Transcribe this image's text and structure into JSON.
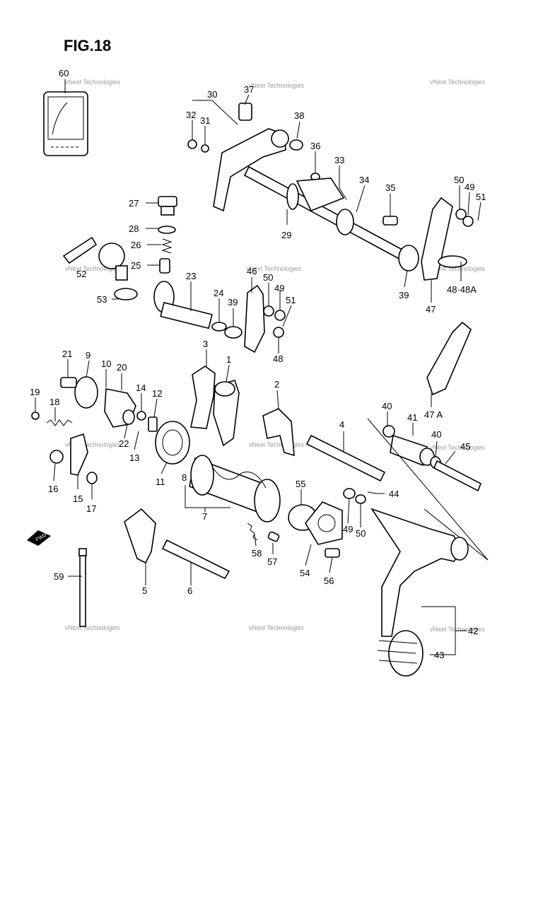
{
  "figure": {
    "title": "FIG.18"
  },
  "watermark": {
    "text": "vNext Technologies"
  },
  "fwd_badge": {
    "text": "FWD"
  },
  "callouts": [
    "60",
    "37",
    "30",
    "32",
    "31",
    "38",
    "36",
    "33",
    "34",
    "35",
    "50",
    "49",
    "51",
    "27",
    "28",
    "26",
    "25",
    "52",
    "53",
    "23",
    "24",
    "39",
    "46",
    "50",
    "49",
    "51",
    "48",
    "29",
    "39",
    "47",
    "48·48A",
    "47 A",
    "21",
    "9",
    "10",
    "20",
    "19",
    "18",
    "14",
    "12",
    "3",
    "1",
    "2",
    "22",
    "13",
    "16",
    "15",
    "17",
    "11",
    "8",
    "7",
    "40",
    "41",
    "40",
    "45",
    "55",
    "44",
    "49",
    "50",
    "58",
    "57",
    "54",
    "56",
    "4",
    "5",
    "6",
    "59",
    "42",
    "43"
  ]
}
